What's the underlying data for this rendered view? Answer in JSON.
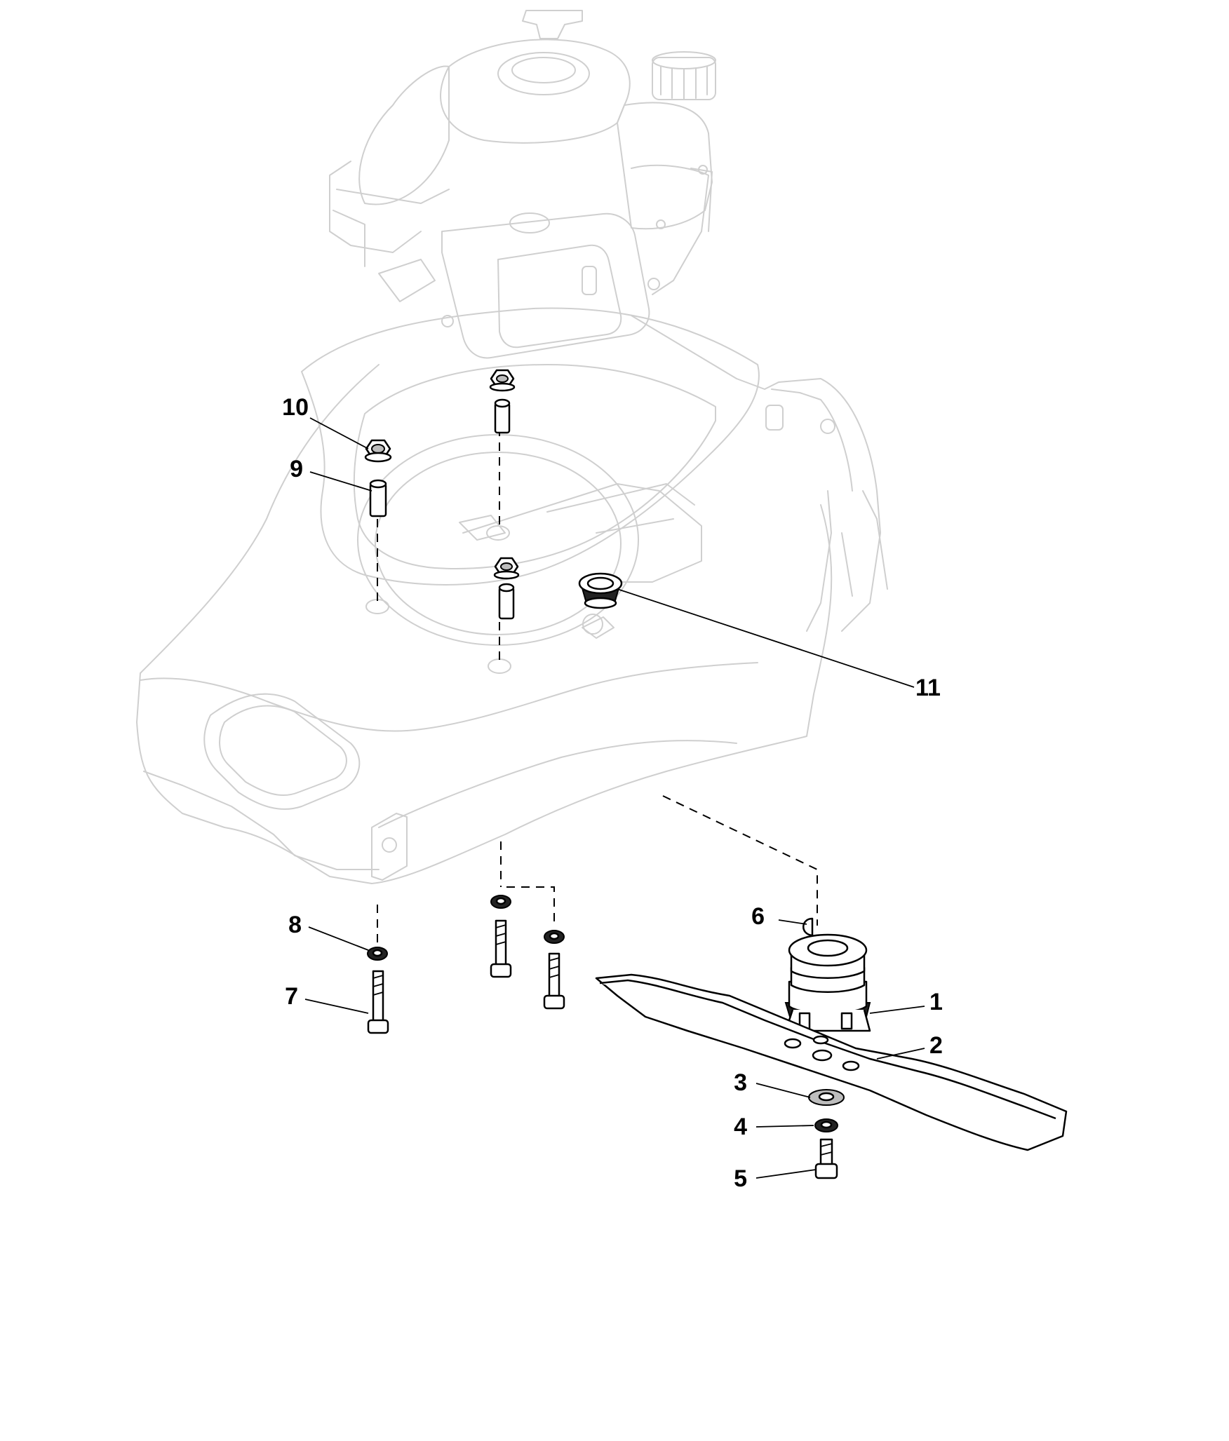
{
  "diagram": {
    "colors": {
      "background": "#ffffff",
      "ghost_outline": "#cfcfcf",
      "part_outline": "#000000"
    },
    "callouts": [
      {
        "id": "1",
        "label": "1"
      },
      {
        "id": "2",
        "label": "2"
      },
      {
        "id": "3",
        "label": "3"
      },
      {
        "id": "4",
        "label": "4"
      },
      {
        "id": "5",
        "label": "5"
      },
      {
        "id": "6",
        "label": "6"
      },
      {
        "id": "7",
        "label": "7"
      },
      {
        "id": "8",
        "label": "8"
      },
      {
        "id": "9",
        "label": "9"
      },
      {
        "id": "10",
        "label": "10"
      },
      {
        "id": "11",
        "label": "11"
      }
    ]
  }
}
